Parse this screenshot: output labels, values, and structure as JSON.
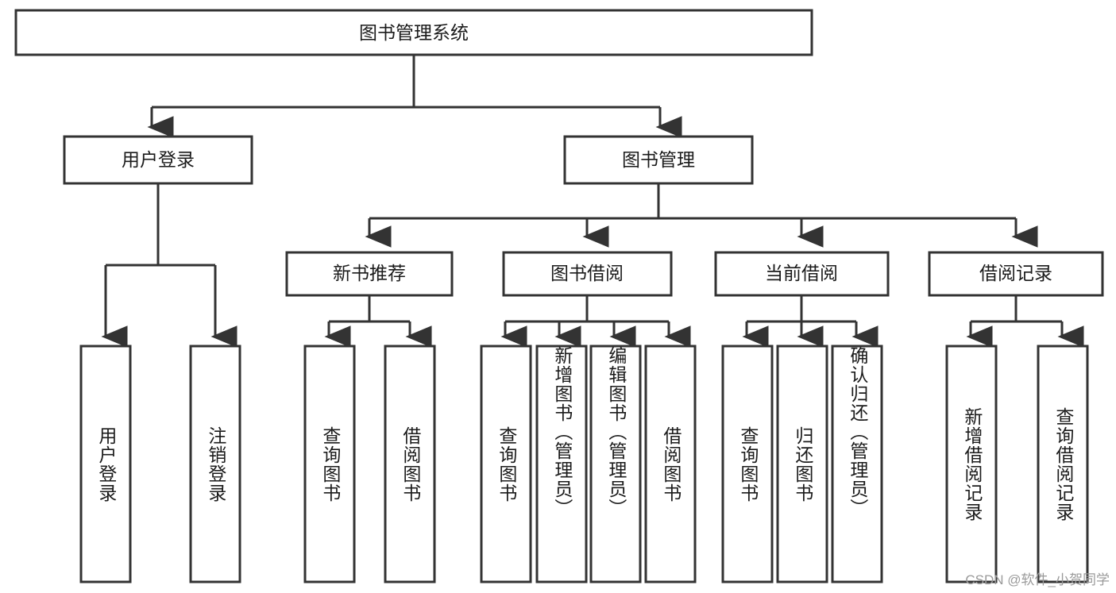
{
  "diagram": {
    "title": "图书管理系统",
    "watermark": "CSDN @软件_小贺同学",
    "colors": {
      "box_stroke": "#333333",
      "box_fill": "#ffffff",
      "connector": "#333333",
      "text": "#1b1b1b",
      "background": "#ffffff",
      "watermark": "#9a9a9a"
    },
    "root": {
      "label": "图书管理系统"
    },
    "level2": [
      {
        "label": "用户登录"
      },
      {
        "label": "图书管理"
      }
    ],
    "level3": [
      {
        "label": "新书推荐"
      },
      {
        "label": "图书借阅"
      },
      {
        "label": "当前借阅"
      },
      {
        "label": "借阅记录"
      }
    ],
    "leaves": {
      "user_login": [
        {
          "label": "用户登录"
        },
        {
          "label": "注销登录"
        }
      ],
      "new_book_recommend": [
        {
          "label": "查询图书"
        },
        {
          "label": "借阅图书"
        }
      ],
      "book_borrow": [
        {
          "label": "查询图书"
        },
        {
          "label": "新增图书（管理员）"
        },
        {
          "label": "编辑图书（管理员）"
        },
        {
          "label": "借阅图书"
        }
      ],
      "current_borrow": [
        {
          "label": "查询图书"
        },
        {
          "label": "归还图书"
        },
        {
          "label": "确认归还（管理员）"
        }
      ],
      "borrow_record": [
        {
          "label": "新增借阅记录"
        },
        {
          "label": "查询借阅记录"
        }
      ]
    }
  },
  "chart_data": {
    "type": "tree-diagram",
    "title": "图书管理系统",
    "nodes": [
      {
        "id": "root",
        "label": "图书管理系统",
        "level": 1,
        "parent": null
      },
      {
        "id": "n-user-login",
        "label": "用户登录",
        "level": 2,
        "parent": "root"
      },
      {
        "id": "n-book-mgmt",
        "label": "图书管理",
        "level": 2,
        "parent": "root"
      },
      {
        "id": "n-new-book",
        "label": "新书推荐",
        "level": 3,
        "parent": "n-book-mgmt"
      },
      {
        "id": "n-book-borrow",
        "label": "图书借阅",
        "level": 3,
        "parent": "n-book-mgmt"
      },
      {
        "id": "n-current-borrow",
        "label": "当前借阅",
        "level": 3,
        "parent": "n-book-mgmt"
      },
      {
        "id": "n-borrow-record",
        "label": "借阅记录",
        "level": 3,
        "parent": "n-book-mgmt"
      },
      {
        "id": "l-user-login",
        "label": "用户登录",
        "level": 4,
        "parent": "n-user-login"
      },
      {
        "id": "l-logout",
        "label": "注销登录",
        "level": 4,
        "parent": "n-user-login"
      },
      {
        "id": "l-nb-query",
        "label": "查询图书",
        "level": 4,
        "parent": "n-new-book"
      },
      {
        "id": "l-nb-borrow",
        "label": "借阅图书",
        "level": 4,
        "parent": "n-new-book"
      },
      {
        "id": "l-bb-query",
        "label": "查询图书",
        "level": 4,
        "parent": "n-book-borrow"
      },
      {
        "id": "l-bb-add",
        "label": "新增图书（管理员）",
        "level": 4,
        "parent": "n-book-borrow"
      },
      {
        "id": "l-bb-edit",
        "label": "编辑图书（管理员）",
        "level": 4,
        "parent": "n-book-borrow"
      },
      {
        "id": "l-bb-borrow",
        "label": "借阅图书",
        "level": 4,
        "parent": "n-book-borrow"
      },
      {
        "id": "l-cb-query",
        "label": "查询图书",
        "level": 4,
        "parent": "n-current-borrow"
      },
      {
        "id": "l-cb-return",
        "label": "归还图书",
        "level": 4,
        "parent": "n-current-borrow"
      },
      {
        "id": "l-cb-confirm",
        "label": "确认归还（管理员）",
        "level": 4,
        "parent": "n-current-borrow"
      },
      {
        "id": "l-br-add",
        "label": "新增借阅记录",
        "level": 4,
        "parent": "n-borrow-record"
      },
      {
        "id": "l-br-query",
        "label": "查询借阅记录",
        "level": 4,
        "parent": "n-borrow-record"
      }
    ],
    "edge_style": "orthogonal-arrow",
    "orientation": "top-down"
  }
}
